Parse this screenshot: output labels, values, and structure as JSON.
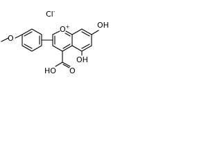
{
  "molecule": {
    "atoms": {
      "chloride": {
        "symbol": "Cl",
        "charge": "-"
      },
      "methoxy_o": {
        "symbol": "O"
      },
      "ring_o": {
        "symbol": "O",
        "charge": "+"
      },
      "oh_top": {
        "symbol": "OH"
      },
      "oh_bottom": {
        "symbol": "OH"
      },
      "cooh": {
        "symbol": "COOH"
      },
      "cooh_o": {
        "symbol": "O"
      },
      "cooh_oh": {
        "symbol": "HO"
      }
    }
  }
}
